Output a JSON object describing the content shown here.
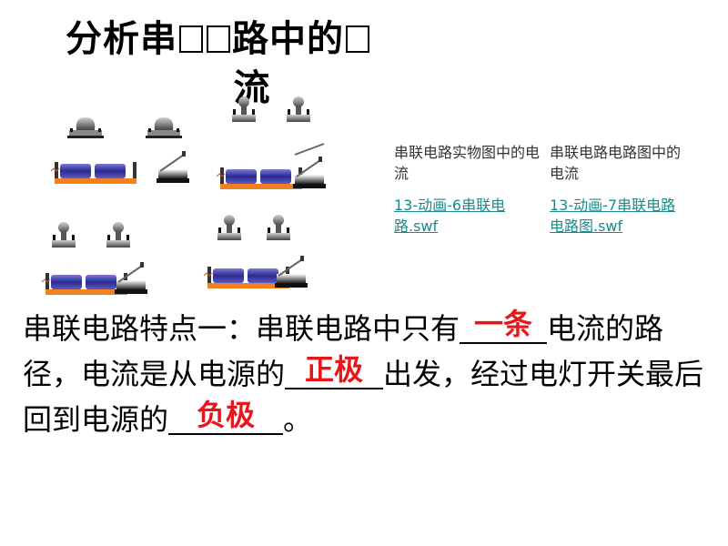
{
  "title": {
    "part1": "分析串",
    "part2": "路中的",
    "line2": "流"
  },
  "links": {
    "col1": {
      "desc": "串联电路实物图中的电流",
      "link": "13-动画-6串联电路.swf"
    },
    "col2": {
      "desc": "串联电路电路图中的电流",
      "link": "13-动画-7串联电路电路图.swf"
    }
  },
  "text": {
    "s1a": "串联电路特点一：串联电路中只有",
    "ans1": "一条",
    "s1b": "电流的路径，电流是从电源的",
    "ans2": "正极",
    "s1c": "出发，经过电灯开关最后回到电源的",
    "ans3": "负极",
    "s1d": "。"
  },
  "colors": {
    "answer": "#e8161a",
    "link": "#1a8a8a",
    "battery": "#3a3aa8",
    "base": "#f08020"
  }
}
